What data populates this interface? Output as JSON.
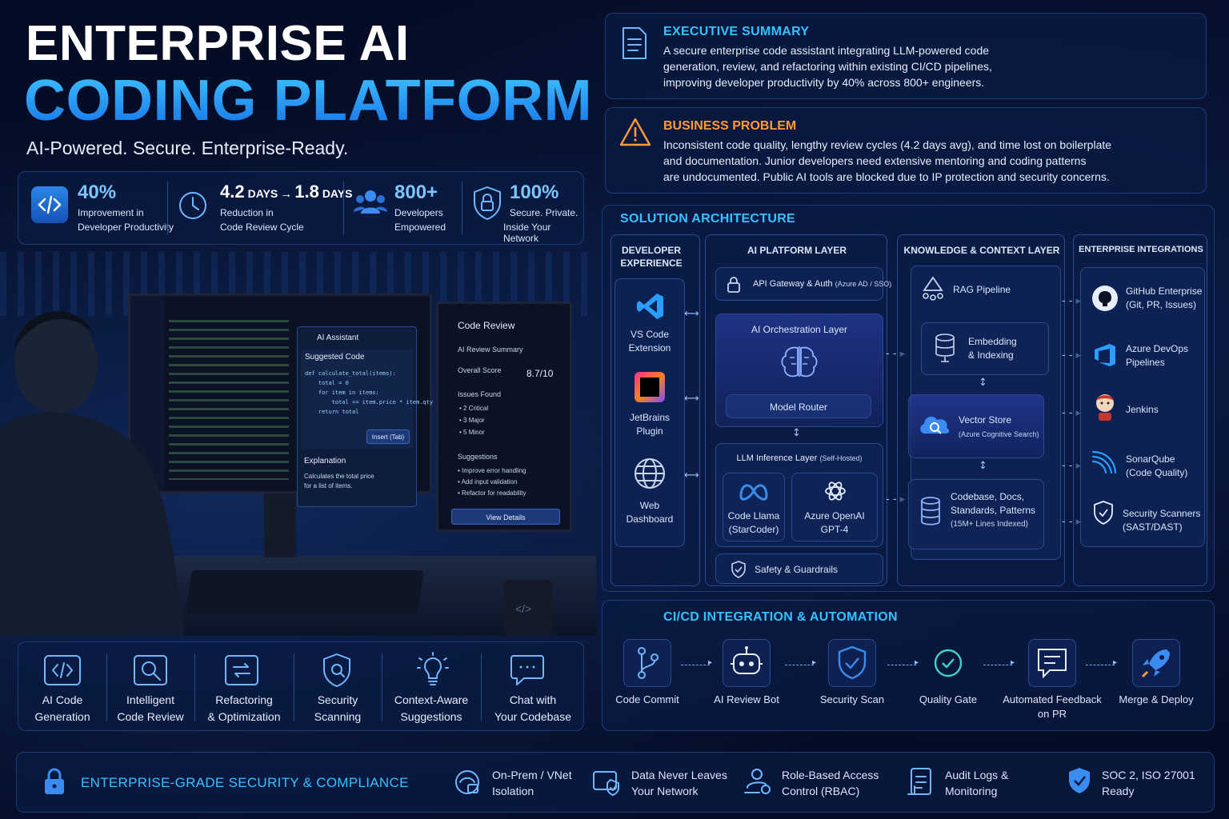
{
  "hero": {
    "title_line1": "ENTERPRISE AI",
    "title_line2": "CODING PLATFORM",
    "tagline": "AI-Powered. Secure. Enterprise-Ready."
  },
  "stats": [
    {
      "value": "40%",
      "line1": "Improvement in",
      "line2": "Developer Productivity",
      "icon": "code-icon"
    },
    {
      "value_a": "4.2",
      "unit_a": "DAYS",
      "arrow": "→",
      "value_b": "1.8",
      "unit_b": "DAYS",
      "line1": "Reduction in",
      "line2": "Code Review Cycle",
      "icon": "clock-icon"
    },
    {
      "value": "800+",
      "line1": "Developers",
      "line2": "Empowered",
      "icon": "users-icon"
    },
    {
      "value": "100%",
      "line1": "Secure. Private.",
      "line2": "Inside Your Network",
      "icon": "shield-lock-icon"
    }
  ],
  "editor": {
    "ai_assistant": "AI Assistant",
    "suggested_code": "Suggested Code",
    "code_lines": [
      "def calculate_total(items):",
      "    total = 0",
      "    for item in items:",
      "        total += item.price * item.qty",
      "    return total"
    ],
    "insert": "Insert (Tab)",
    "explanation": "Explanation",
    "explanation_text1": "Calculates the total price",
    "explanation_text2": "for a list of items."
  },
  "review": {
    "title": "Code Review",
    "summary": "AI Review Summary",
    "overall": "Overall Score",
    "score": "8.7/10",
    "issues": "Issues Found",
    "issue_items": [
      "• 2 Critical",
      "• 3 Major",
      "• 5 Minor"
    ],
    "suggestions": "Suggestions",
    "suggestion_items": [
      "• Improve error handling",
      "• Add input validation",
      "• Refactor for readability"
    ],
    "view": "View Details"
  },
  "features": [
    {
      "l1": "AI Code",
      "l2": "Generation"
    },
    {
      "l1": "Intelligent",
      "l2": "Code Review"
    },
    {
      "l1": "Refactoring",
      "l2": "& Optimization"
    },
    {
      "l1": "Security",
      "l2": "Scanning"
    },
    {
      "l1": "Context-Aware",
      "l2": "Suggestions"
    },
    {
      "l1": "Chat with",
      "l2": "Your Codebase"
    }
  ],
  "exec": {
    "title": "EXECUTIVE SUMMARY",
    "l1": "A secure enterprise code assistant integrating LLM-powered code",
    "l2": "generation, review, and refactoring within existing CI/CD pipelines,",
    "l3": "improving developer productivity by 40% across 800+ engineers."
  },
  "problem": {
    "title": "BUSINESS PROBLEM",
    "l1": "Inconsistent code quality, lengthy review cycles (4.2 days avg), and time lost on boilerplate",
    "l2": "and documentation. Junior developers need extensive mentoring and coding patterns",
    "l3": "are undocumented. Public AI tools are blocked due to IP protection and security concerns."
  },
  "arch": {
    "title": "SOLUTION ARCHITECTURE",
    "dev_h1": "DEVELOPER",
    "dev_h2": "EXPERIENCE",
    "dev_items": [
      {
        "l1": "VS Code",
        "l2": "Extension"
      },
      {
        "l1": "JetBrains",
        "l2": "Plugin"
      },
      {
        "l1": "Web",
        "l2": "Dashboard"
      }
    ],
    "ai_h": "AI PLATFORM LAYER",
    "gateway": "API Gateway & Auth",
    "gateway_sub": "(Azure AD / SSO)",
    "orch": "AI Orchestration Layer",
    "router": "Model Router",
    "llm": "LLM Inference Layer",
    "llm_sub": "(Self-Hosted)",
    "m1_l1": "Code Llama",
    "m1_l2": "(StarCoder)",
    "m2_l1": "Azure OpenAI",
    "m2_l2": "GPT-4",
    "safety": "Safety & Guardrails",
    "kc_h": "KNOWLEDGE & CONTEXT LAYER",
    "rag": "RAG Pipeline",
    "embed_l1": "Embedding",
    "embed_l2": "& Indexing",
    "vector": "Vector Store",
    "vector_sub": "(Azure Cognitive Search)",
    "code_l1": "Codebase, Docs,",
    "code_l2": "Standards, Patterns",
    "code_l3": "(15M+ Lines Indexed)",
    "ei_h": "ENTERPRISE INTEGRATIONS",
    "integrations": [
      {
        "l1": "GitHub Enterprise",
        "l2": "(Git, PR, Issues)"
      },
      {
        "l1": "Azure DevOps",
        "l2": "Pipelines"
      },
      {
        "l1": "Jenkins",
        "l2": ""
      },
      {
        "l1": "SonarQube",
        "l2": "(Code Quality)"
      },
      {
        "l1": "Security Scanners",
        "l2": "(SAST/DAST)"
      }
    ]
  },
  "cicd": {
    "title": "CI/CD INTEGRATION & AUTOMATION",
    "steps": [
      {
        "l1": "Code Commit",
        "l2": ""
      },
      {
        "l1": "AI Review Bot",
        "l2": ""
      },
      {
        "l1": "Security Scan",
        "l2": ""
      },
      {
        "l1": "Quality Gate",
        "l2": ""
      },
      {
        "l1": "Automated Feedback",
        "l2": "on PR"
      },
      {
        "l1": "Merge & Deploy",
        "l2": ""
      }
    ]
  },
  "security": {
    "title": "ENTERPRISE-GRADE SECURITY & COMPLIANCE",
    "items": [
      {
        "l1": "On-Prem / VNet",
        "l2": "Isolation"
      },
      {
        "l1": "Data Never Leaves",
        "l2": "Your Network"
      },
      {
        "l1": "Role-Based Access",
        "l2": "Control (RBAC)"
      },
      {
        "l1": "Audit Logs &",
        "l2": "Monitoring"
      },
      {
        "l1": "SOC 2, ISO 27001",
        "l2": "Ready"
      }
    ]
  },
  "colors": {
    "accent": "#35c2ff",
    "warning": "#ff9a3c",
    "panel": "#0a1a42"
  }
}
